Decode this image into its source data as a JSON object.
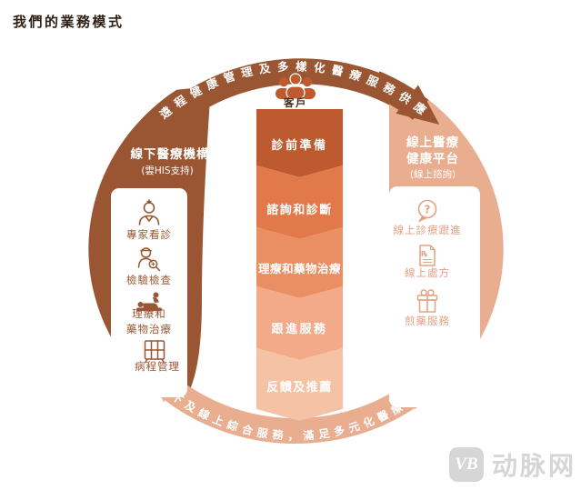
{
  "title": "我們的業務模式",
  "diagram": {
    "top_band_text": "遠程健康管理及多樣化醫療服務供應",
    "bottom_band_text": "線下及線上綜合服務，滿足多元化醫療需求",
    "customer": {
      "label": "客戶",
      "icon": "customers-icon",
      "icon_color": "#bf5a2f",
      "label_color": "#4a2a18"
    },
    "process_steps": [
      {
        "label": "診前準備",
        "color": "#bd5a30"
      },
      {
        "label": "諮詢和診斷",
        "color": "#e1794a"
      },
      {
        "label": "理療和藥物治療",
        "color": "#e98f63"
      },
      {
        "label": "跟進服務",
        "color": "#f2aa88"
      },
      {
        "label": "反饋及推薦",
        "color": "#f6c2a6"
      }
    ],
    "offline": {
      "heading": "線下醫療機構",
      "subheading": "(雲HIS支持)",
      "color": "#9a5632",
      "item_color": "#9a5632",
      "items": [
        {
          "icon": "doctor-icon",
          "label": "專家看診"
        },
        {
          "icon": "examination-icon",
          "label": "檢驗檢查"
        },
        {
          "icon": "massage-therapy-icon",
          "label_lines": [
            "理療和",
            "藥物治療"
          ]
        },
        {
          "icon": "records-cabinet-icon",
          "label": "病程管理"
        }
      ]
    },
    "online": {
      "heading_lines": [
        "線上醫療",
        "健康平台"
      ],
      "subheading": "(線上諮詢)",
      "color": "#e9ad90",
      "item_color": "#e2a284",
      "items": [
        {
          "icon": "question-bubble-icon",
          "label": "線上診療跟進"
        },
        {
          "icon": "prescription-icon",
          "label": "線上處方"
        },
        {
          "icon": "decoction-gift-icon",
          "label": "煎藥服務"
        }
      ]
    }
  },
  "watermark": {
    "logo_text": "VB",
    "brand_text": "动脉网"
  }
}
